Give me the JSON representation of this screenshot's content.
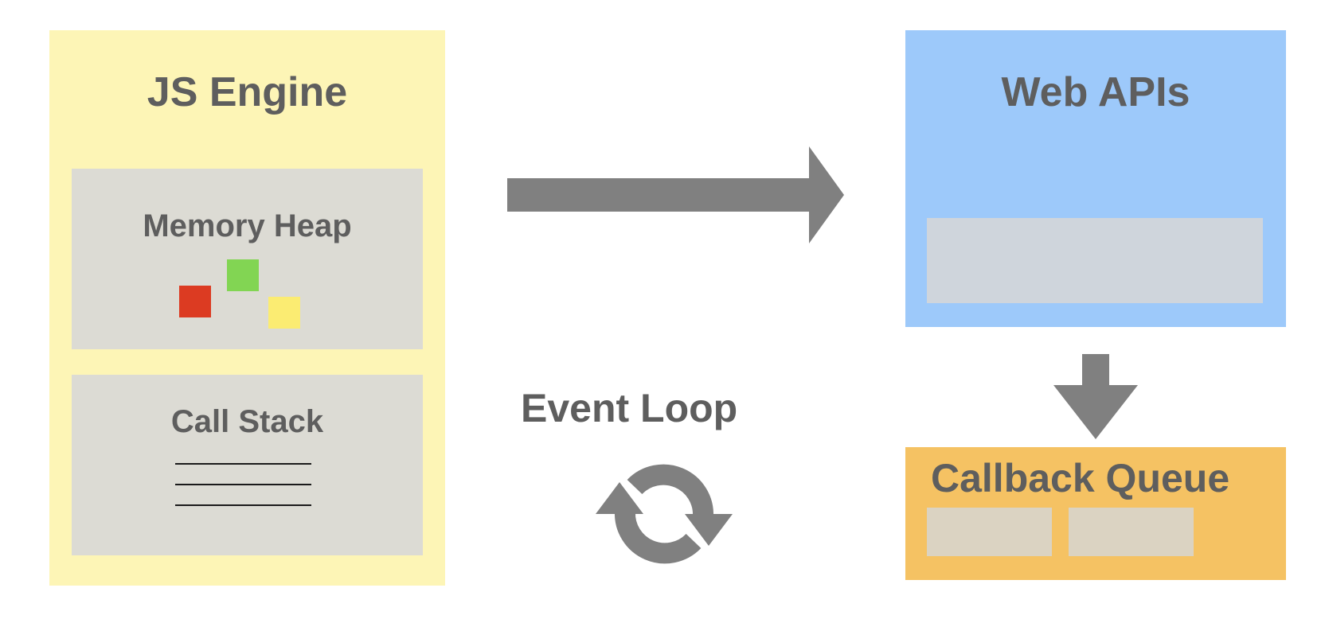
{
  "js_engine": {
    "title": "JS Engine",
    "memory_heap": {
      "title": "Memory Heap",
      "blocks": [
        {
          "name": "red",
          "color": "#dc3b22"
        },
        {
          "name": "green",
          "color": "#82d553"
        },
        {
          "name": "yellow",
          "color": "#fbec72"
        }
      ]
    },
    "call_stack": {
      "title": "Call Stack"
    }
  },
  "web_apis": {
    "title": "Web APIs"
  },
  "callback_queue": {
    "title": "Callback Queue"
  },
  "event_loop": {
    "label": "Event Loop",
    "icon": "loop-arrows-icon"
  },
  "colors": {
    "arrow": "#808080",
    "js_engine_bg": "#fdf5b6",
    "panel_bg": "#dcdbd4",
    "web_apis_bg": "#9dc9fa",
    "callback_queue_bg": "#f5c263",
    "title_text": "#5e5e5e"
  }
}
